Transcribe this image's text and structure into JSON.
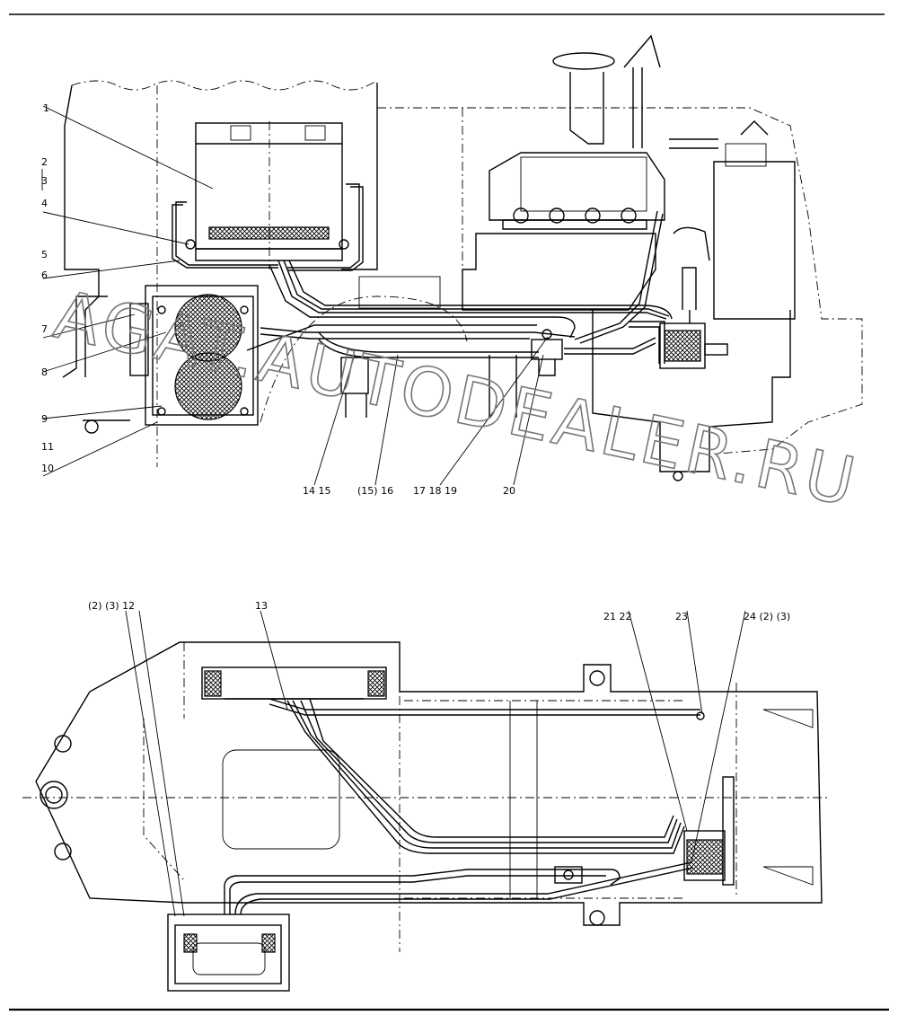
{
  "callouts_top": [
    "1",
    "2",
    "3",
    "4",
    "5",
    "6",
    "7",
    "8",
    "9",
    "11",
    "10"
  ],
  "callouts_top_bottom": [
    "14  15",
    "(15) 16",
    "17  18  19",
    "20"
  ],
  "callouts_bottom": [
    "(2)  (3)  12",
    "13",
    "21  22",
    "23",
    "24  (2)  (3)"
  ],
  "watermark": "AGAT.AUTODEALER.RU"
}
